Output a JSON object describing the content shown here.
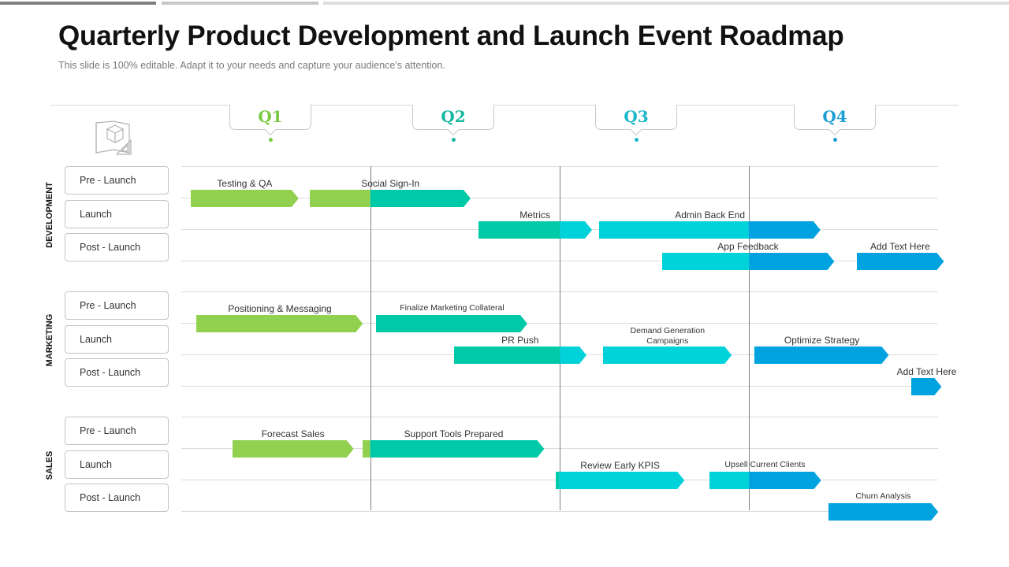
{
  "title": "Quarterly Product Development and Launch Event Roadmap",
  "subtitle": "This slide is 100% editable. Adapt it to your needs and capture your audience's attention.",
  "colors": {
    "green": "#92d050",
    "teal": "#00c9a7",
    "cyan": "#00d2d9",
    "blue": "#00a2e0",
    "q1": "#7ac943",
    "q2": "#16b7a0",
    "q3": "#1bb7c9",
    "q4": "#1c9fd4"
  },
  "quarters": [
    {
      "label": "Q1",
      "color": "#7ac943"
    },
    {
      "label": "Q2",
      "color": "#16b7a0"
    },
    {
      "label": "Q3",
      "color": "#1bb7c9"
    },
    {
      "label": "Q4",
      "color": "#1c9fd4"
    }
  ],
  "groups": [
    {
      "label": "DEVELOPMENT",
      "phases": [
        "Pre - Launch",
        "Launch",
        "Post - Launch"
      ]
    },
    {
      "label": "MARKETING",
      "phases": [
        "Pre - Launch",
        "Launch",
        "Post - Launch"
      ]
    },
    {
      "label": "SALES",
      "phases": [
        "Pre - Launch",
        "Launch",
        "Post - Launch"
      ]
    }
  ],
  "tasks": [
    {
      "label": "Testing & QA",
      "group": 0,
      "row": 0,
      "start": 0.05,
      "end": 0.62,
      "segments": [
        "green"
      ]
    },
    {
      "label": "Social Sign-In",
      "group": 0,
      "row": 0,
      "start": 0.68,
      "end": 1.53,
      "segments": [
        "green",
        "teal"
      ]
    },
    {
      "label": "Metrics",
      "group": 0,
      "row": 1,
      "start": 1.57,
      "end": 2.17,
      "segments": [
        "teal",
        "cyan"
      ]
    },
    {
      "label": "Admin Back End",
      "group": 0,
      "row": 1,
      "start": 2.21,
      "end": 3.38,
      "segments": [
        "cyan",
        "blue"
      ]
    },
    {
      "label": "App Feedback",
      "group": 0,
      "row": 2,
      "start": 2.54,
      "end": 3.45,
      "segments": [
        "cyan",
        "blue"
      ]
    },
    {
      "label": "Add Text Here",
      "group": 0,
      "row": 2,
      "start": 3.57,
      "end": 4.03,
      "segments": [
        "blue"
      ]
    },
    {
      "label": "Positioning & Messaging",
      "group": 1,
      "row": 0,
      "start": 0.08,
      "end": 0.96,
      "segments": [
        "green"
      ]
    },
    {
      "label": "Finalize Marketing Collateral",
      "group": 1,
      "row": 0,
      "start": 1.03,
      "end": 1.83,
      "segments": [
        "teal"
      ],
      "small": true
    },
    {
      "label": "PR Push",
      "group": 1,
      "row": 1,
      "start": 1.44,
      "end": 2.14,
      "segments": [
        "teal",
        "cyan"
      ]
    },
    {
      "label": "Demand Generation Campaigns",
      "group": 1,
      "row": 1,
      "start": 2.23,
      "end": 2.91,
      "segments": [
        "cyan"
      ],
      "wrap": true
    },
    {
      "label": "Optimize Strategy",
      "group": 1,
      "row": 1,
      "start": 3.03,
      "end": 3.74,
      "segments": [
        "blue"
      ]
    },
    {
      "label": "Add Text Here",
      "group": 1,
      "row": 2,
      "start": 3.86,
      "end": 4.02,
      "segments": [
        "blue"
      ]
    },
    {
      "label": "Forecast Sales",
      "group": 2,
      "row": 0,
      "start": 0.27,
      "end": 0.91,
      "segments": [
        "green"
      ]
    },
    {
      "label": "Support Tools Prepared",
      "group": 2,
      "row": 0,
      "start": 0.96,
      "end": 1.92,
      "segments": [
        "green",
        "teal"
      ]
    },
    {
      "label": "Review Early KPIS",
      "group": 2,
      "row": 1,
      "start": 1.98,
      "end": 2.66,
      "segments": [
        "teal",
        "cyan"
      ]
    },
    {
      "label": "Upsell Current Clients",
      "group": 2,
      "row": 1,
      "start": 2.79,
      "end": 3.38,
      "segments": [
        "cyan",
        "blue"
      ],
      "small": true
    },
    {
      "label": "Churn Analysis",
      "group": 2,
      "row": 2,
      "start": 3.42,
      "end": 4.0,
      "segments": [
        "blue"
      ],
      "small": true
    }
  ]
}
